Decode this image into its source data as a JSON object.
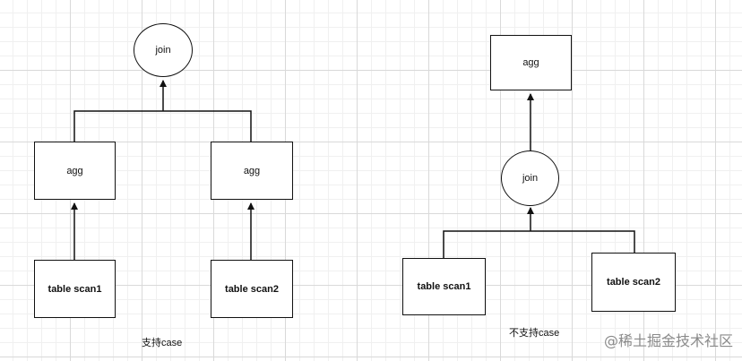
{
  "left_diagram": {
    "root": "join",
    "agg_left": "agg",
    "agg_right": "agg",
    "scan_left": "table scan1",
    "scan_right": "table scan2",
    "caption": "支持case"
  },
  "right_diagram": {
    "root": "agg",
    "join": "join",
    "scan_left": "table scan1",
    "scan_right": "table scan2",
    "caption": "不支持case"
  },
  "watermark": "@稀土掘金技术社区",
  "colors": {
    "line": "#111111",
    "grid": "#d9d9d9",
    "node_fill": "#ffffff"
  }
}
